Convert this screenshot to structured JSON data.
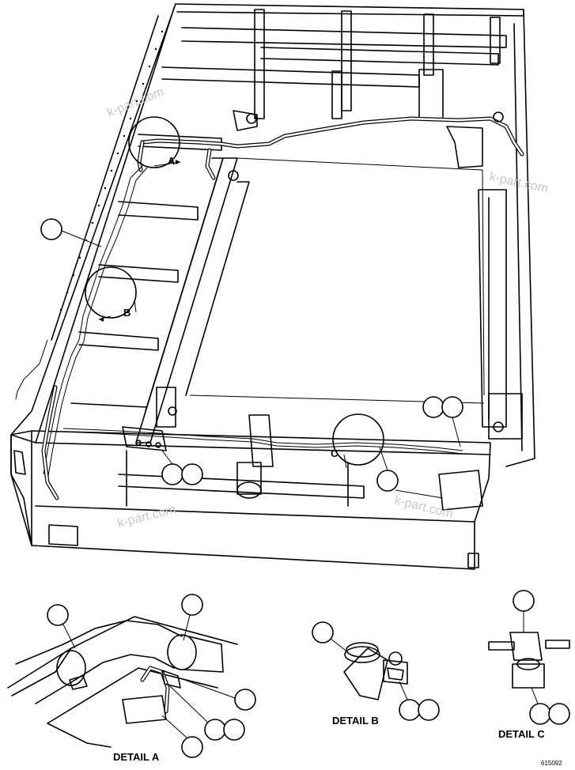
{
  "callouts": {
    "a": "A",
    "b": "B",
    "c": "C"
  },
  "details": {
    "a": "DETAIL A",
    "b": "DETAIL B",
    "c": "DETAIL C"
  },
  "watermarks": [
    "k-part.com",
    "k-part.com",
    "k-part.com",
    "k-part.com"
  ],
  "figure_number": "615092"
}
